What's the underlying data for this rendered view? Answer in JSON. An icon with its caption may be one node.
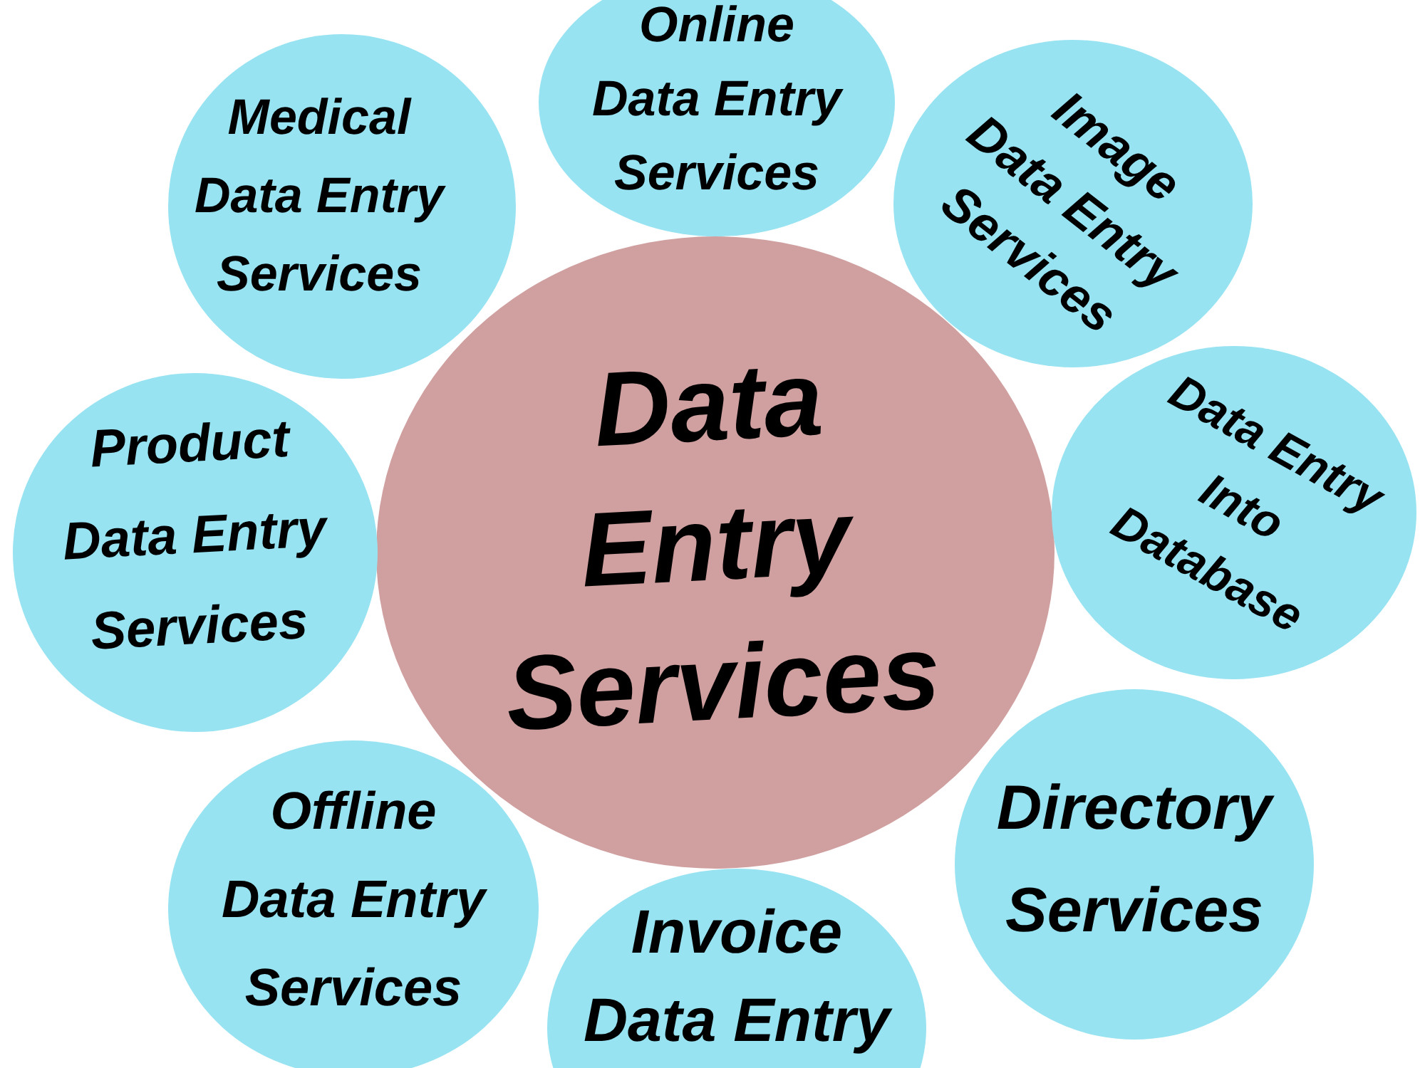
{
  "diagram": {
    "nodes": [
      {
        "text": [
          "Data Entry Services"
        ]
      },
      {
        "text": [
          "Online Data Entry Services"
        ]
      },
      {
        "text": [
          "Image Data Entry Services"
        ]
      },
      {
        "text": [
          "Data Entry Into Database"
        ]
      },
      {
        "text": [
          "Directory Services"
        ]
      },
      {
        "text": [
          "Invoice Data Entry"
        ]
      },
      {
        "text": [
          "Offline Data Entry Services"
        ]
      },
      {
        "text": [
          "Product Data Entry Services"
        ]
      },
      {
        "text": [
          "Medical Data Entry Services"
        ]
      }
    ]
  }
}
